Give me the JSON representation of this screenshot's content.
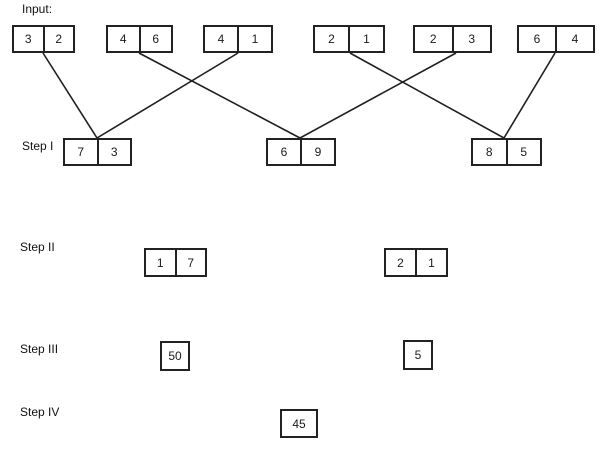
{
  "labels": {
    "input": "Input:",
    "step1": "Step I",
    "step2": "Step II",
    "step3": "Step III",
    "step4": "Step IV"
  },
  "input_boxes": [
    {
      "cells": [
        "3",
        "2"
      ]
    },
    {
      "cells": [
        "4",
        "6"
      ]
    },
    {
      "cells": [
        "4",
        "1"
      ]
    },
    {
      "cells": [
        "2",
        "1"
      ]
    },
    {
      "cells": [
        "2",
        "3"
      ]
    },
    {
      "cells": [
        "6",
        "4"
      ]
    }
  ],
  "step1_boxes": [
    {
      "cells": [
        "7",
        "3"
      ]
    },
    {
      "cells": [
        "6",
        "9"
      ]
    },
    {
      "cells": [
        "8",
        "5"
      ]
    }
  ],
  "step2_boxes": [
    {
      "cells": [
        "1",
        "7"
      ]
    },
    {
      "cells": [
        "2",
        "1"
      ]
    }
  ],
  "step3_boxes": [
    {
      "value": "50"
    },
    {
      "value": "5"
    }
  ],
  "step4_boxes": [
    {
      "value": "45"
    }
  ],
  "connections": [
    {
      "from": "input-box-1",
      "to": "step1-box-1"
    },
    {
      "from": "input-box-3",
      "to": "step1-box-1"
    },
    {
      "from": "input-box-2",
      "to": "step1-box-2"
    },
    {
      "from": "input-box-5",
      "to": "step1-box-2"
    },
    {
      "from": "input-box-4",
      "to": "step1-box-3"
    },
    {
      "from": "input-box-6",
      "to": "step1-box-3"
    }
  ],
  "colors": {
    "background": "#ffffff",
    "border": "#222222",
    "line": "#1f1f1f",
    "text": "#1a1a1a"
  }
}
